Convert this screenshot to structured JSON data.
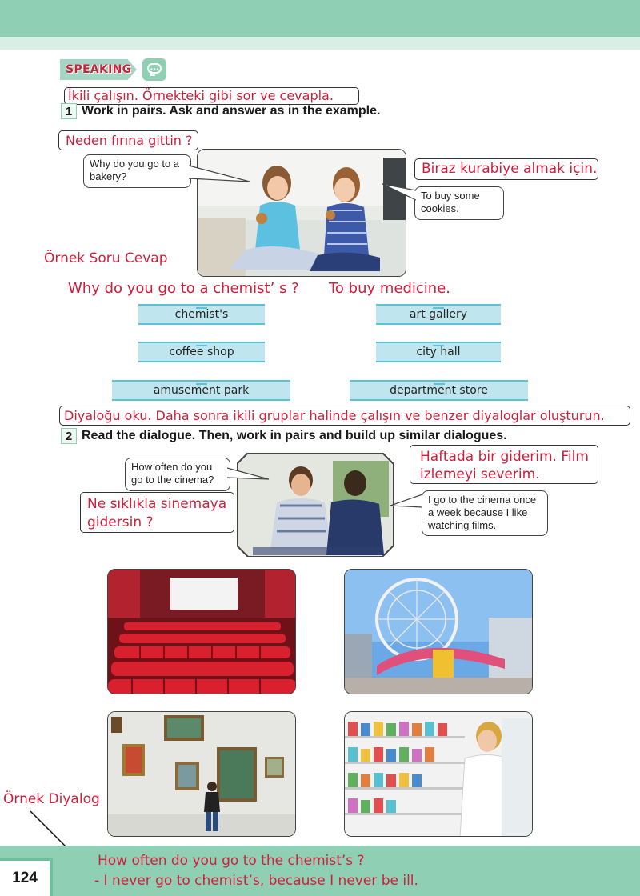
{
  "header": {
    "badge": "SPEAKING"
  },
  "exercise1": {
    "number": "1",
    "instruction": "Work in pairs. Ask and answer as in the example.",
    "translation": "İkili çalışın. Örnekteki gibi sor ve cevapla.",
    "question_tr": "Neden fırına gittin ?",
    "question_en": "Why do you go to a bakery?",
    "answer_tr": "Biraz kurabiye almak için.",
    "answer_en": "To buy some cookies.",
    "example_label": "Örnek Soru Cevap",
    "example_question": "Why do you go to a chemist’ s ?",
    "example_answer": "To buy medicine.",
    "places": [
      "chemist's",
      "art gallery",
      "coffee shop",
      "city hall",
      "amusement park",
      "department store"
    ]
  },
  "exercise2": {
    "number": "2",
    "instruction": "Read the dialogue. Then, work in pairs and build up similar dialogues.",
    "translation": "Diyaloğu oku. Daha sonra ikili gruplar halinde çalışın ve benzer diyaloglar oluşturun.",
    "question_en": "How often do you go to the cinema?",
    "question_tr_line1": "Ne sıklıkla sinemaya",
    "question_tr_line2": "gidersin ?",
    "answer_tr_line1": "Haftada bir giderim. Film",
    "answer_tr_line2": "izlemeyi severim.",
    "answer_en": "I go to the cinema once a week because I like watching films."
  },
  "footer": {
    "example_label": "Örnek Diyalog",
    "dialog_line1": "How often do you go to the chemist’s ?",
    "dialog_line2": "- I never go to chemist’s, because I never be ill.",
    "page_number": "124"
  },
  "colors": {
    "accent_green": "#8fd0b5",
    "annotation_red": "#d01f3c",
    "ribbon_blue": "#bfe6ef"
  }
}
